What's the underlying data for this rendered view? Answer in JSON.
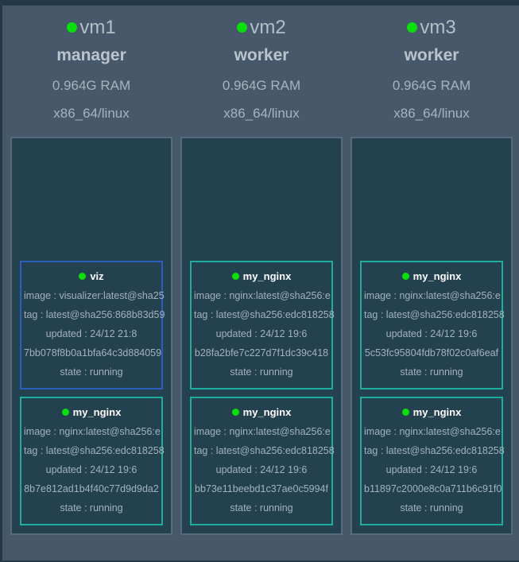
{
  "colors": {
    "page_edge": "#24384a",
    "panel_bg": "#46586a",
    "tasks_bg": "#24414f",
    "tasks_border": "#576b7e",
    "status_green": "#0bdf0b",
    "viz_accent": "#2a5fc0",
    "nginx_accent": "#1fae9e"
  },
  "nodes": [
    {
      "name": "vm1",
      "role": "manager",
      "ram": "0.964G RAM",
      "platform": "x86_64/linux",
      "containers": [
        {
          "name": "viz",
          "accent_color": "#2a5fc0",
          "lines": [
            "image : visualizer:latest@sha25",
            "tag : latest@sha256:868b83d59",
            "updated : 24/12 21:8",
            "7bb078f8b0a1bfa64c3d884059",
            "state : running"
          ]
        },
        {
          "name": "my_nginx",
          "accent_color": "#1fae9e",
          "lines": [
            "image : nginx:latest@sha256:e",
            "tag : latest@sha256:edc818258",
            "updated : 24/12 19:6",
            "8b7e812ad1b4f40c77d9d9da2",
            "state : running"
          ]
        }
      ]
    },
    {
      "name": "vm2",
      "role": "worker",
      "ram": "0.964G RAM",
      "platform": "x86_64/linux",
      "containers": [
        {
          "name": "my_nginx",
          "accent_color": "#1fae9e",
          "lines": [
            "image : nginx:latest@sha256:e",
            "tag : latest@sha256:edc818258",
            "updated : 24/12 19:6",
            "b28fa2bfe7c227d7f1dc39c418",
            "state : running"
          ]
        },
        {
          "name": "my_nginx",
          "accent_color": "#1fae9e",
          "lines": [
            "image : nginx:latest@sha256:e",
            "tag : latest@sha256:edc818258",
            "updated : 24/12 19:6",
            "bb73e11beebd1c37ae0c5994f",
            "state : running"
          ]
        }
      ]
    },
    {
      "name": "vm3",
      "role": "worker",
      "ram": "0.964G RAM",
      "platform": "x86_64/linux",
      "containers": [
        {
          "name": "my_nginx",
          "accent_color": "#1fae9e",
          "lines": [
            "image : nginx:latest@sha256:e",
            "tag : latest@sha256:edc818258",
            "updated : 24/12 19:6",
            "5c53fc95804fdb78f02c0af6eaf",
            "state : running"
          ]
        },
        {
          "name": "my_nginx",
          "accent_color": "#1fae9e",
          "lines": [
            "image : nginx:latest@sha256:e",
            "tag : latest@sha256:edc818258",
            "updated : 24/12 19:6",
            "b11897c2000e8c0a711b6c91f0",
            "state : running"
          ]
        }
      ]
    }
  ]
}
